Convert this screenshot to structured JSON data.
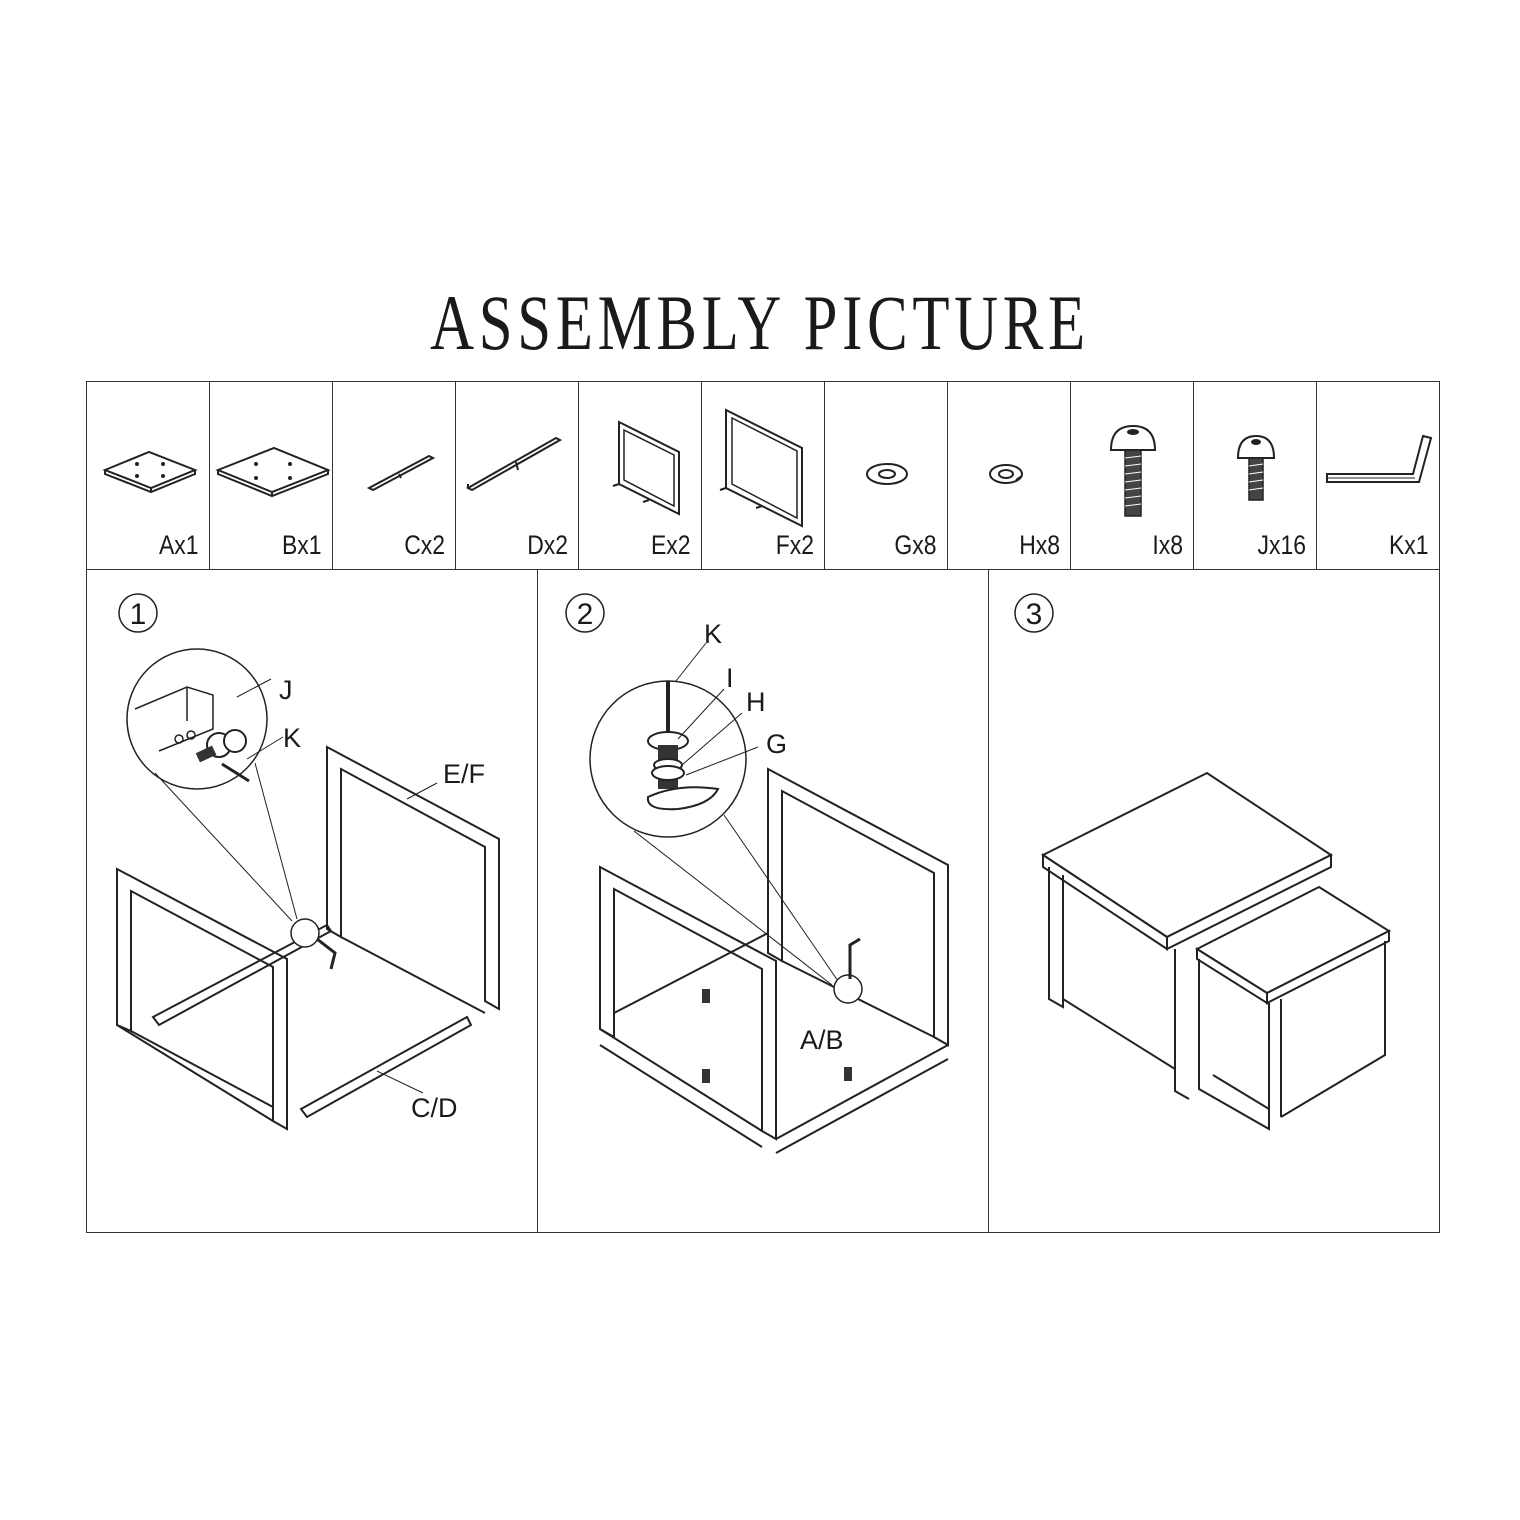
{
  "title": "ASSEMBLY PICTURE",
  "parts": [
    {
      "label": "Ax1",
      "icon": "small-tabletop-icon"
    },
    {
      "label": "Bx1",
      "icon": "large-tabletop-icon"
    },
    {
      "label": "Cx2",
      "icon": "short-crossbar-icon"
    },
    {
      "label": "Dx2",
      "icon": "long-crossbar-icon"
    },
    {
      "label": "Ex2",
      "icon": "small-side-frame-icon"
    },
    {
      "label": "Fx2",
      "icon": "large-side-frame-icon"
    },
    {
      "label": "Gx8",
      "icon": "flat-washer-icon"
    },
    {
      "label": "Hx8",
      "icon": "spring-washer-icon"
    },
    {
      "label": "Ix8",
      "icon": "long-bolt-icon"
    },
    {
      "label": "Jx16",
      "icon": "short-bolt-icon"
    },
    {
      "label": "Kx1",
      "icon": "allen-key-icon"
    }
  ],
  "steps": [
    {
      "number": "1",
      "callouts": {
        "j": "J",
        "k": "K",
        "ef": "E/F",
        "cd": "C/D"
      }
    },
    {
      "number": "2",
      "callouts": {
        "k": "K",
        "i": "I",
        "h": "H",
        "g": "G",
        "ab": "A/B"
      }
    },
    {
      "number": "3"
    }
  ]
}
